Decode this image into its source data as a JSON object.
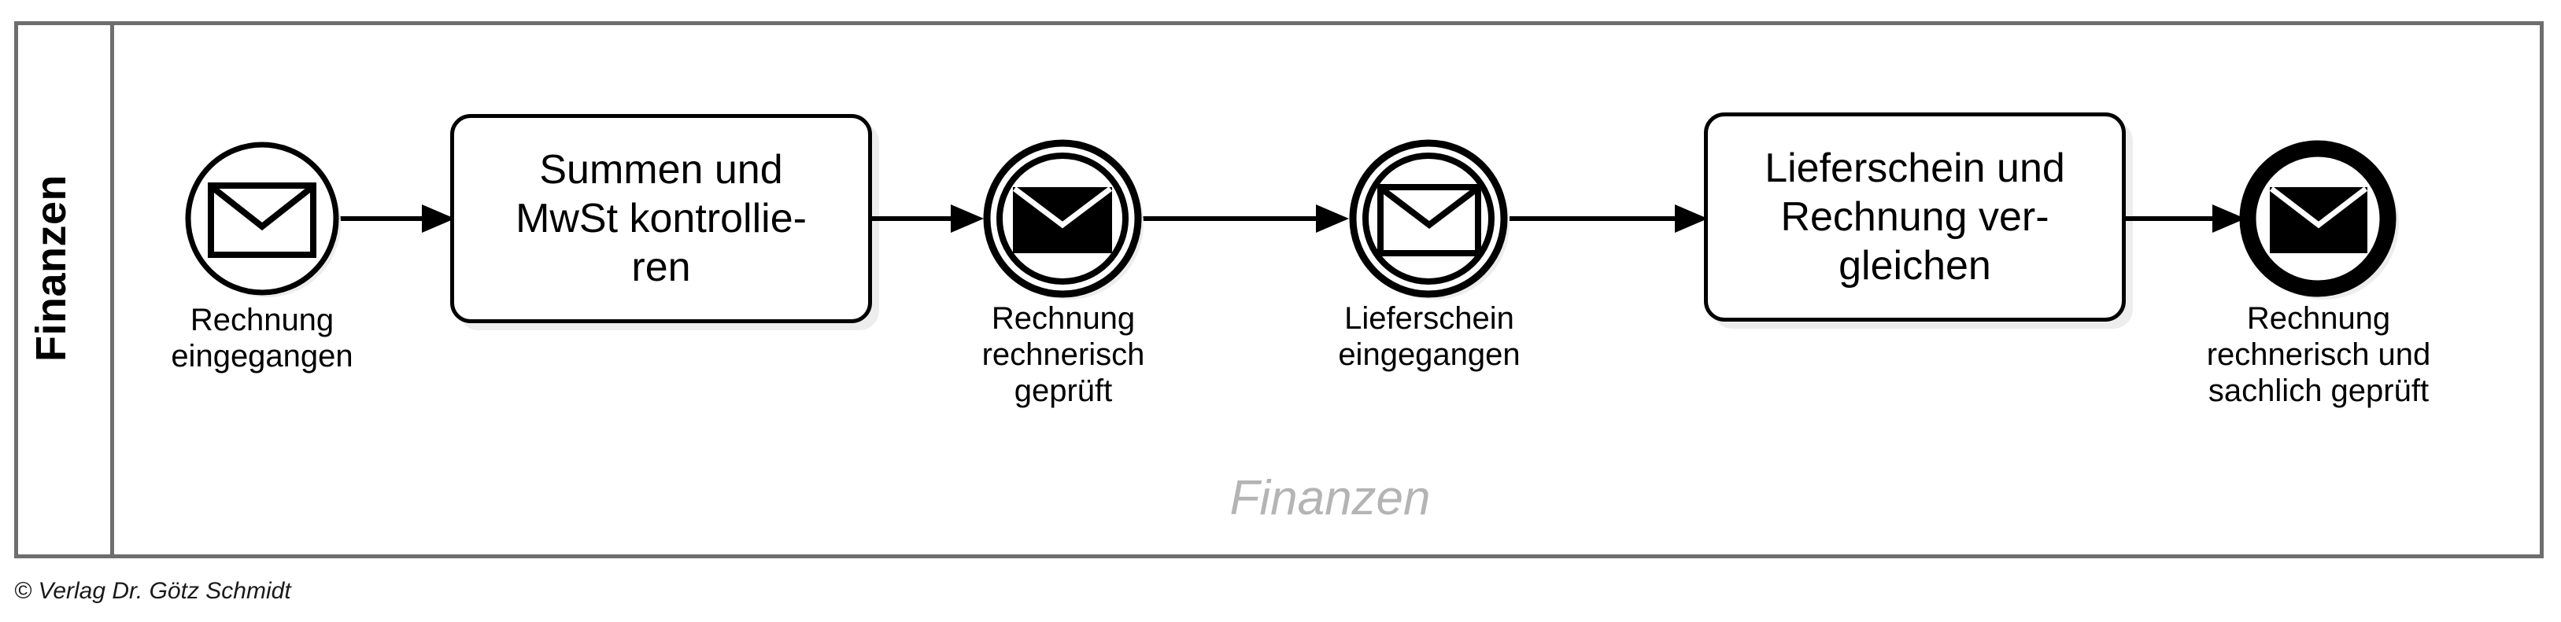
{
  "diagram": {
    "type": "bpmn-process",
    "pool": {
      "lane_label": "Finanzen",
      "lane_watermark": "Finanzen"
    },
    "copyright": "© Verlag Dr. Götz Schmidt",
    "colors": {
      "pool_border": "#6e6e6e",
      "shape_stroke": "#000000",
      "shape_fill": "#ffffff",
      "watermark": "#b4b4b4",
      "shadow": "#eeeeee"
    },
    "nodes": [
      {
        "id": "start-rechnung-eingegangen",
        "kind": "start-message-event",
        "icon": "envelope-outline-icon",
        "label": "Rechnung\neingegangen"
      },
      {
        "id": "task-summen-mwst",
        "kind": "task",
        "label": "Summen und\nMwSt kontrollie-\nren"
      },
      {
        "id": "event-rechnung-rechnerisch-geprueft",
        "kind": "intermediate-message-throw-event",
        "icon": "envelope-filled-icon",
        "label": "Rechnung\nrechnerisch\ngeprüft"
      },
      {
        "id": "event-lieferschein-eingegangen",
        "kind": "intermediate-message-catch-event",
        "icon": "envelope-outline-icon",
        "label": "Lieferschein\neingegangen"
      },
      {
        "id": "task-lieferschein-rechnung-vergleichen",
        "kind": "task",
        "label": "Lieferschein und\nRechnung ver-\ngleichen"
      },
      {
        "id": "end-rechnung-geprueft",
        "kind": "end-message-event",
        "icon": "envelope-filled-icon",
        "label": "Rechnung\nrechnerisch und\nsachlich geprüft"
      }
    ],
    "flows": [
      {
        "from": "start-rechnung-eingegangen",
        "to": "task-summen-mwst"
      },
      {
        "from": "task-summen-mwst",
        "to": "event-rechnung-rechnerisch-geprueft"
      },
      {
        "from": "event-rechnung-rechnerisch-geprueft",
        "to": "event-lieferschein-eingegangen"
      },
      {
        "from": "event-lieferschein-eingegangen",
        "to": "task-lieferschein-rechnung-vergleichen"
      },
      {
        "from": "task-lieferschein-rechnung-vergleichen",
        "to": "end-rechnung-geprueft"
      }
    ]
  }
}
